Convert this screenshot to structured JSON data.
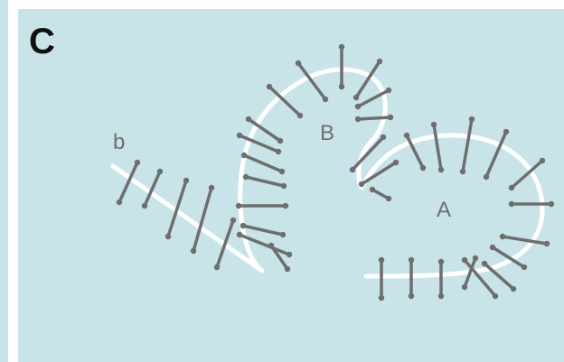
{
  "panel": {
    "letter": "C",
    "background": "#c8e4e8",
    "strip_color": "#c8e4e8"
  },
  "labels": {
    "b": "b",
    "B": "B",
    "A": "A"
  },
  "colors": {
    "backbone": "#ffffff",
    "rung": "#6e6e6e",
    "text": "#6f6f6f"
  }
}
